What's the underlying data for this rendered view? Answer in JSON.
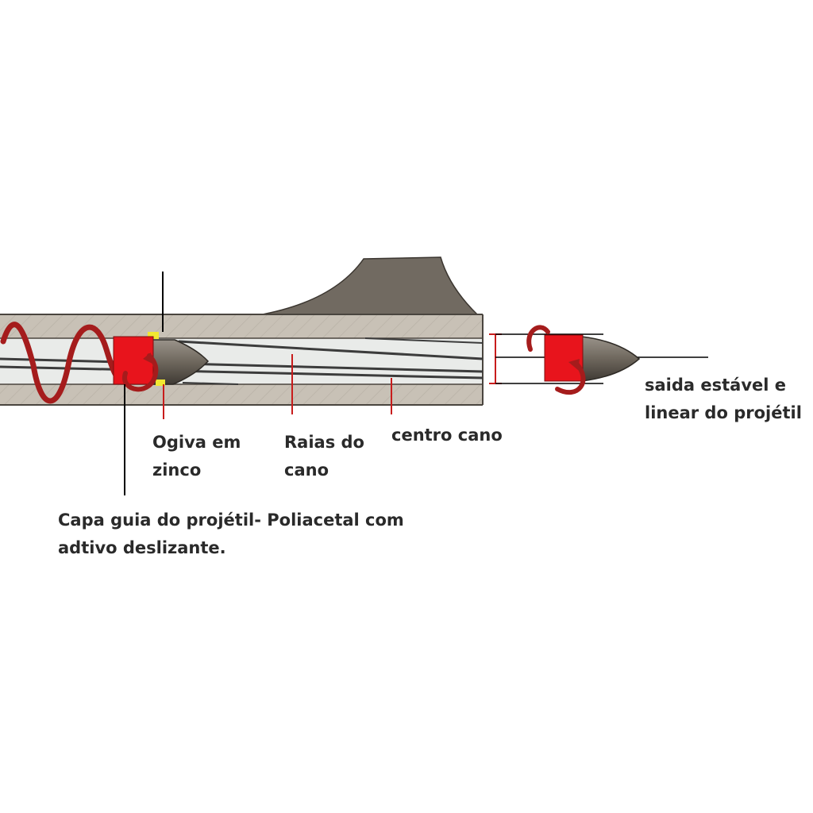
{
  "labels": {
    "ogiva": {
      "line1": "Ogiva em",
      "line2": "zinco"
    },
    "raias": {
      "line1": "Raias do",
      "line2": "cano"
    },
    "centro": {
      "line1": "centro cano"
    },
    "capa": {
      "line1": "Capa guia do projétil- Poliacetal com",
      "line2": "adtivo deslizante."
    },
    "saida": {
      "line1": "saida estável e",
      "line2": "linear do projétil"
    }
  },
  "colors": {
    "barrel_wall": "#c8c1b6",
    "bore": "#e9ebe9",
    "sight": "#716a61",
    "guide_cap": "#e8141c",
    "spiral": "#a51c1c",
    "bullet": "#6e675d",
    "zinc_marker": "#f1e832",
    "leader_line": "#000000",
    "text": "#2a2a2a"
  }
}
